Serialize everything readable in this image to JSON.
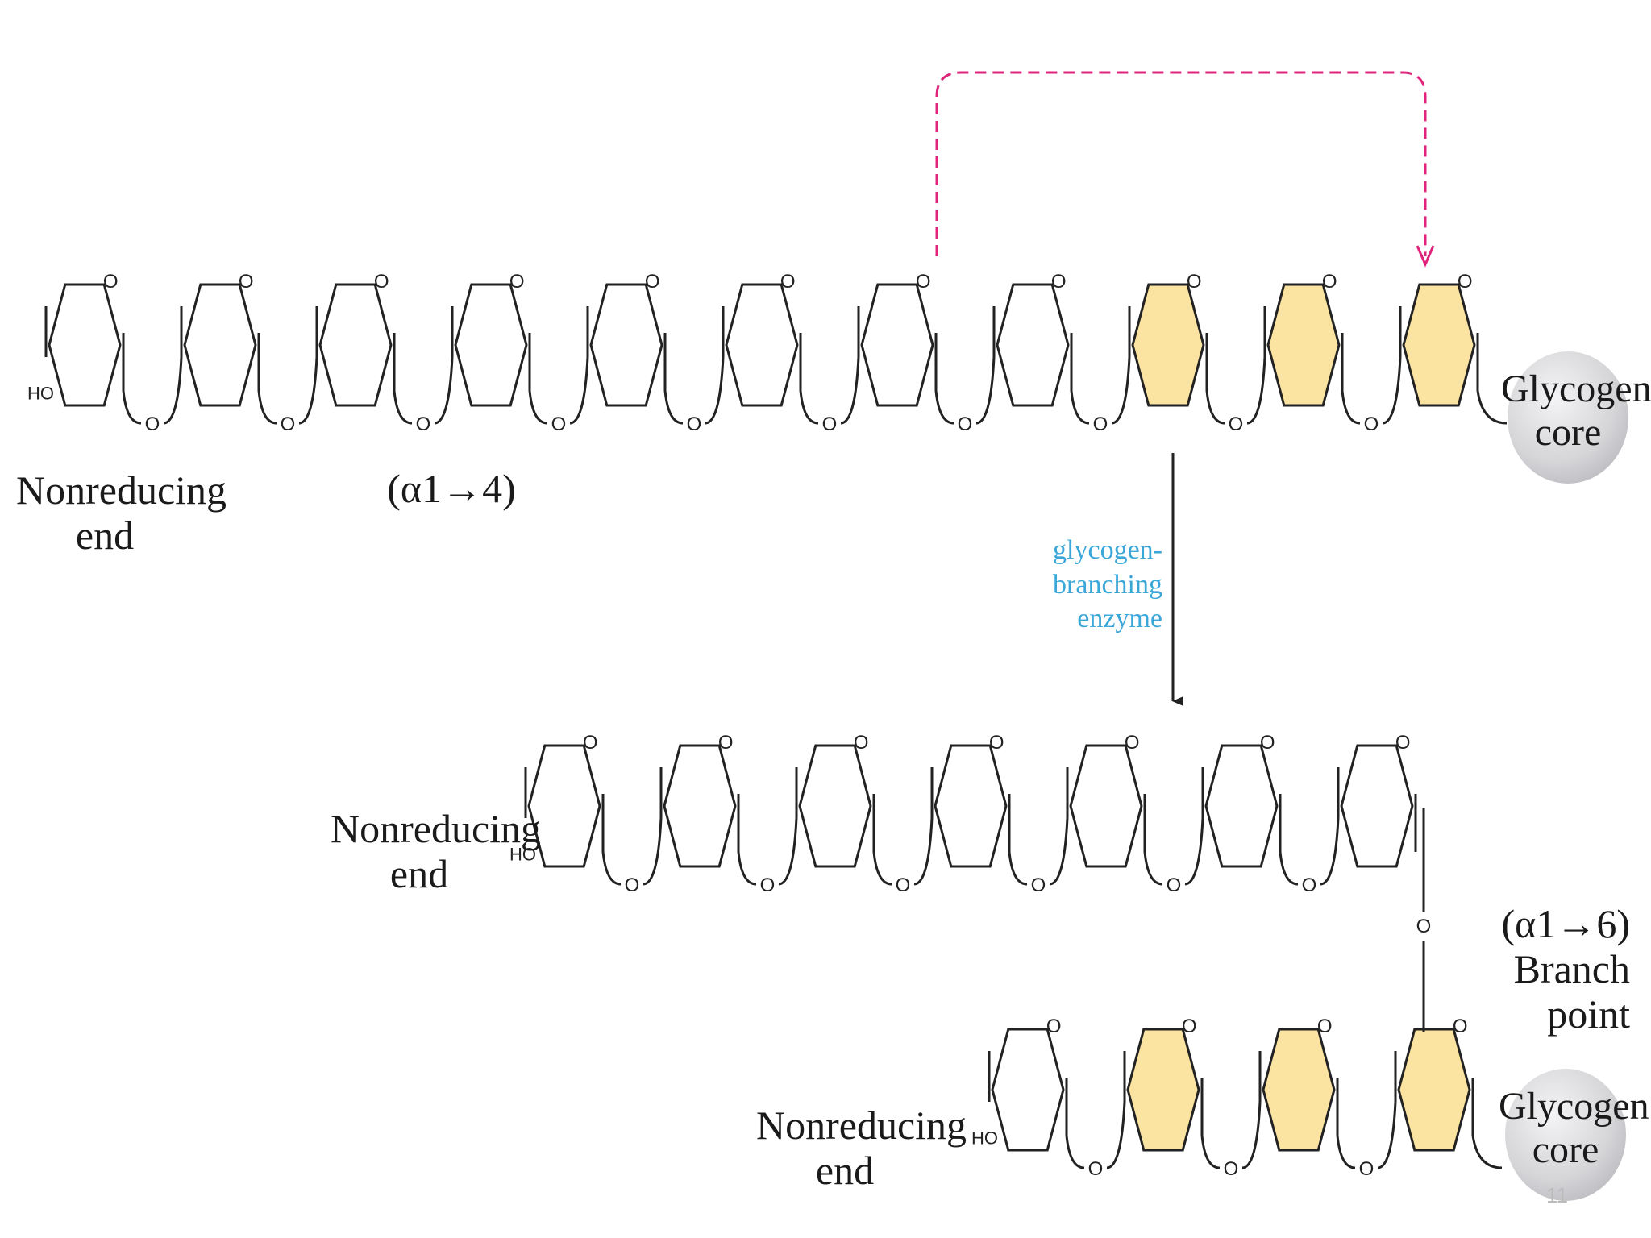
{
  "labels": {
    "nonreducing_end": "Nonreducing\nend",
    "alpha14": "(α1→4)",
    "alpha16": "(α1→6) Branch\npoint",
    "glycogen_core": "Glycogen\ncore",
    "enzyme": "glycogen-branching\nenzyme",
    "page_number": "11"
  },
  "atoms": {
    "ring_oxygen": "O",
    "bridge_oxygen": "O",
    "hydroxyl": "HO"
  },
  "colors": {
    "ring_stroke": "#222222",
    "highlight_fill": "#fbe3a1",
    "enzyme_text": "#3aa7d8",
    "transfer_arrow": "#e0247b",
    "core_fill": "#d5d5d8"
  },
  "chains": {
    "top": {
      "residues": 11,
      "highlighted": [
        8,
        9,
        10
      ]
    },
    "middle": {
      "residues": 7,
      "highlighted": []
    },
    "bottom": {
      "residues": 4,
      "highlighted": [
        1,
        2,
        3
      ]
    }
  }
}
